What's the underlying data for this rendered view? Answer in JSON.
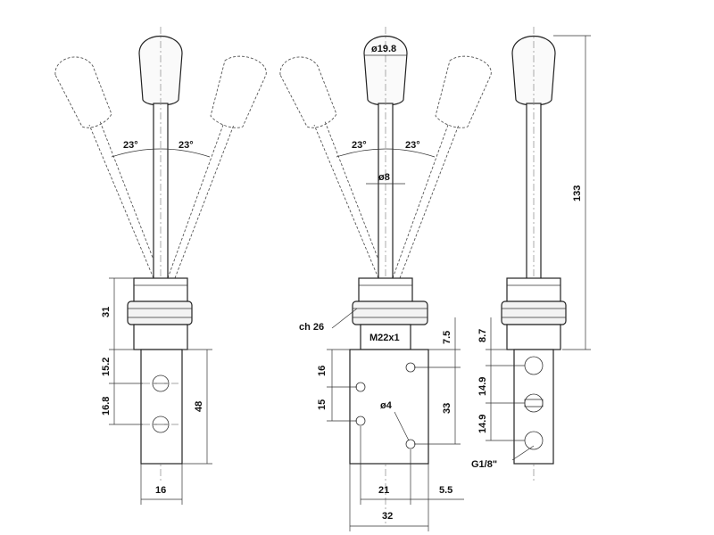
{
  "labels": {
    "angle": "23°",
    "knob_dia": "ø19.8",
    "rod_dia": "ø8",
    "height_total": "133",
    "height_nut": "31",
    "hole_1": "15.2",
    "hole_2": "16.8",
    "body_height": "48",
    "body_width_side": "16",
    "wrench": "ch 26",
    "thread": "M22x1",
    "port_top": "7.5",
    "port_a": "16",
    "port_b": "15",
    "port_dia": "ø4",
    "port_span": "33",
    "body_21": "21",
    "body_5_5": "5.5",
    "body_width": "32",
    "offset_8_7": "8.7",
    "pitch_1": "14.9",
    "pitch_2": "14.9",
    "port_thread": "G1/8\""
  }
}
